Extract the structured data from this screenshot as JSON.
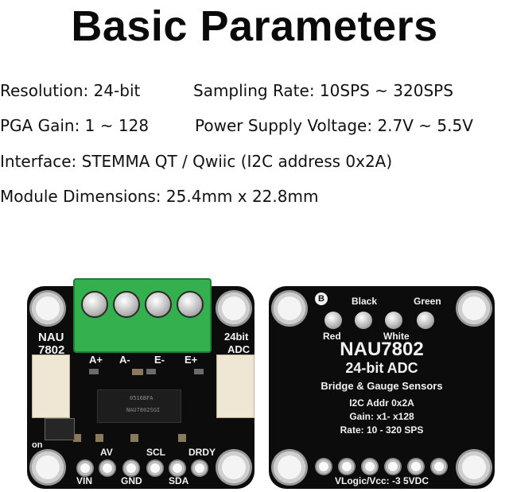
{
  "title": "Basic Parameters",
  "specs": {
    "resolution": "Resolution: 24-bit",
    "sampling_rate": "Sampling Rate: 10SPS ~ 320SPS",
    "pga_gain": "PGA Gain: 1 ~ 128",
    "power_supply": "Power Supply Voltage: 2.7V ~ 5.5V",
    "interface": "Interface: STEMMA QT / Qwiic (I2C address 0x2A)",
    "dimensions": "Module Dimensions: 25.4mm x 22.8mm"
  },
  "front_board": {
    "name_line1": "NAU",
    "name_line2": "7802",
    "adc_line1": "24bit",
    "adc_line2": "ADC",
    "terminal_labels": [
      "A+",
      "A-",
      "E-",
      "E+"
    ],
    "chip_marking_line1": "NAU7802SGI",
    "chip_marking_line2": "0516BFA",
    "pins_top": [
      "AV",
      "SCL",
      "DRDY"
    ],
    "pins_bottom": [
      "VIN",
      "GND",
      "SDA"
    ],
    "on_label": "on"
  },
  "back_board": {
    "badge": "B",
    "wire_labels_top": [
      "Black",
      "Green"
    ],
    "wire_labels_bottom": [
      "Red",
      "White"
    ],
    "line1": "NAU7802",
    "line2": "24-bit ADC",
    "line3": "Bridge & Gauge Sensors",
    "line4": "I2C Addr 0x2A",
    "line5": "Gain: x1- x128",
    "line6": "Rate: 10 - 320 SPS",
    "footer": "VLogic/Vcc: -3 5VDC"
  }
}
